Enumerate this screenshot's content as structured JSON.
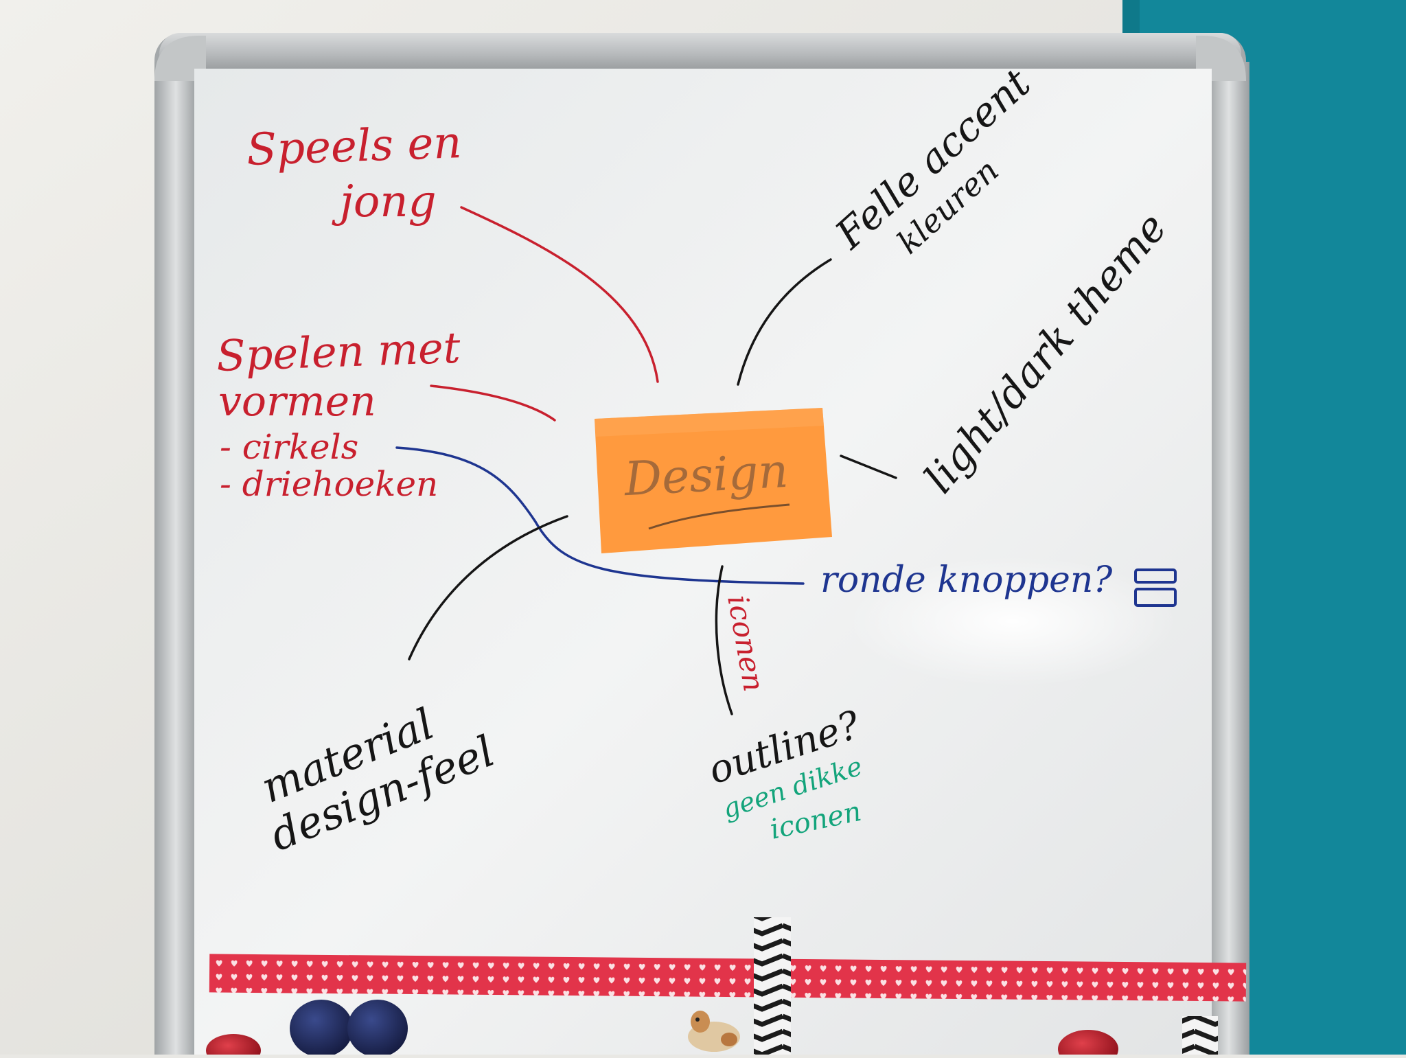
{
  "center": {
    "text": "Design"
  },
  "branches": {
    "speels": {
      "line1": "Speels en",
      "line2": "jong"
    },
    "vormen": {
      "line1": "Spelen met",
      "line2": "vormen",
      "item1": "- cirkels",
      "item2": "- driehoeken"
    },
    "accent": {
      "line1": "Felle accent",
      "line2": "kleuren"
    },
    "theme": {
      "text": "light/dark theme"
    },
    "knoppen": {
      "text": "ronde knoppen?"
    },
    "iconen": {
      "text": "iconen"
    },
    "outline": {
      "line1": "outline?",
      "line2": "geen dikke",
      "line3": "iconen"
    },
    "material": {
      "line1": "material",
      "line2": "design-feel"
    }
  },
  "colors": {
    "red_marker": "#c8202e",
    "black_marker": "#151515",
    "blue_marker": "#1e3590",
    "green_marker": "#13a47b",
    "sticky_note": "#ff9a3e",
    "wall_left": "#e7e6e2",
    "wall_right": "#12879a",
    "board_surface": "#f1f2f2",
    "frame": "#b9bcbd",
    "tape_red": "#e2344a",
    "magnet_navy": "#1c2554",
    "magnet_red": "#b11522"
  }
}
